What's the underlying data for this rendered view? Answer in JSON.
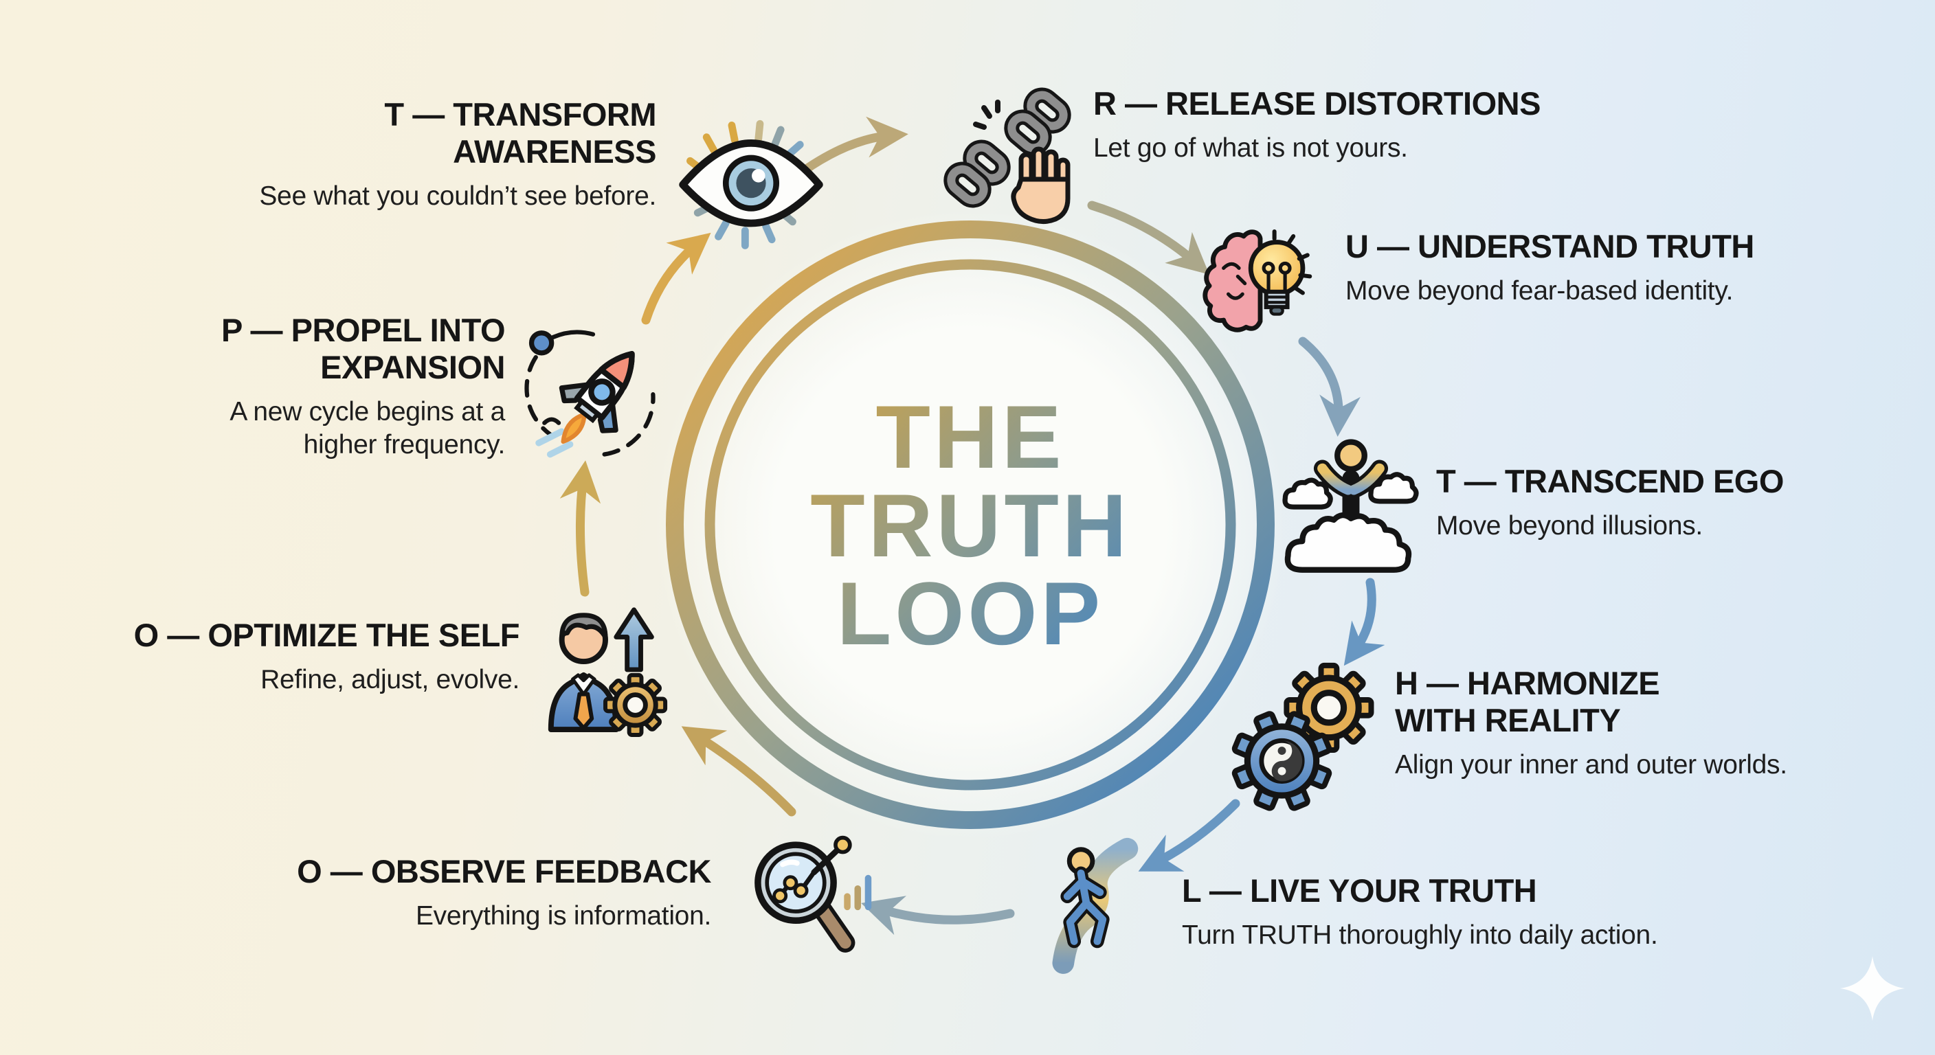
{
  "title": {
    "line1": "THE",
    "line2": "TRUTH",
    "line3": "LOOP"
  },
  "steps": [
    {
      "id": "transform",
      "letter": "T",
      "h1": "T — TRANSFORM",
      "h2": "AWARENESS",
      "sub1": "See what you couldn’t see before.",
      "icon": "eye-icon"
    },
    {
      "id": "release",
      "letter": "R",
      "h1": "R — RELEASE DISTORTIONS",
      "sub1": "Let go of what is not yours.",
      "icon": "broken-chain-hand-icon"
    },
    {
      "id": "understand",
      "letter": "U",
      "h1": "U — UNDERSTAND TRUTH",
      "sub1": "Move beyond fear-based identity.",
      "icon": "brain-lightbulb-icon"
    },
    {
      "id": "transcend",
      "letter": "T",
      "h1": "T — TRANSCEND EGO",
      "sub1": "Move beyond illusions.",
      "icon": "figure-above-clouds-icon"
    },
    {
      "id": "harmonize",
      "letter": "H",
      "h1": "H — HARMONIZE",
      "h2": "WITH REALITY",
      "sub1": "Align your inner and outer worlds.",
      "icon": "gears-yinyang-icon"
    },
    {
      "id": "live",
      "letter": "L",
      "h1": "L — LIVE YOUR TRUTH",
      "sub1": "Turn TRUTH thoroughly into daily action.",
      "icon": "walking-path-icon"
    },
    {
      "id": "observe",
      "letter": "O",
      "h1": "O — OBSERVE FEEDBACK",
      "sub1": "Everything is information.",
      "icon": "magnifier-chart-icon"
    },
    {
      "id": "optimize",
      "letter": "O",
      "h1": "O — OPTIMIZE THE SELF",
      "sub1": "Refine, adjust, evolve.",
      "icon": "person-gear-uparrow-icon"
    },
    {
      "id": "propel",
      "letter": "P",
      "h1": "P — PROPEL INTO",
      "h2": "EXPANSION",
      "sub1": "A new cycle begins at a",
      "sub2": "higher frequency.",
      "icon": "rocket-icon"
    }
  ],
  "colors": {
    "background_left": "#F8F2DE",
    "background_right": "#D9E8F4",
    "gold": "#DFA94A",
    "olive": "#9AA28D",
    "blue": "#3F7FBE",
    "heading_text": "#161616",
    "ring_gradient": [
      "#E2A848",
      "#9AA28D",
      "#3E7FC1"
    ]
  },
  "decorations": {
    "corner_icon": "sparkle-icon"
  }
}
